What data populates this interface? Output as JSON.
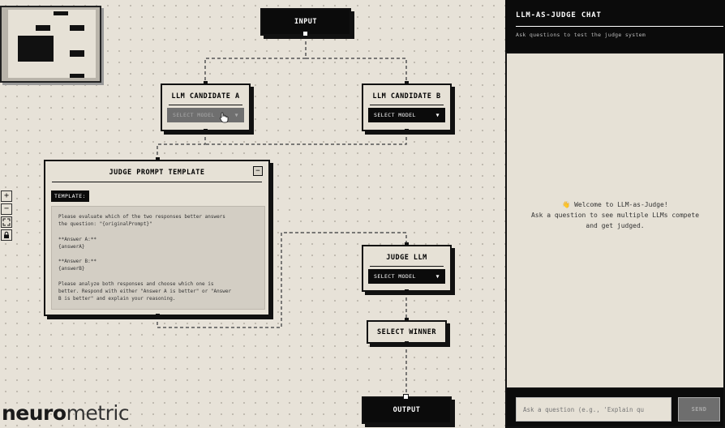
{
  "nodes": {
    "input": {
      "label": "INPUT"
    },
    "candidate_a": {
      "title": "LLM CANDIDATE A",
      "select": "SELECT MODEL",
      "arrow": "▼"
    },
    "candidate_b": {
      "title": "LLM CANDIDATE B",
      "select": "SELECT MODEL",
      "arrow": "▼"
    },
    "judge_prompt": {
      "title": "JUDGE PROMPT TEMPLATE",
      "collapse": "−",
      "tag": "TEMPLATE:",
      "lines": [
        "Please evaluate which of the two responses better answers",
        "the question: \"{originalPrompt}\"",
        "",
        "**Answer A:**",
        "{answerA}",
        "",
        "**Answer B:**",
        "{answerB}",
        "",
        "Please analyze both responses and choose which one is",
        "better. Respond with either \"Answer A is better\" or \"Answer",
        "B is better\" and explain your reasoning."
      ]
    },
    "judge_llm": {
      "title": "JUDGE LLM",
      "select": "SELECT MODEL",
      "arrow": "▼"
    },
    "select_winner": {
      "label": "SELECT WINNER"
    },
    "output": {
      "label": "OUTPUT"
    }
  },
  "controls": {
    "zoom_in": "+",
    "zoom_out": "−",
    "fit": "⛶",
    "lock": "🔒"
  },
  "brand": {
    "bold": "neuro",
    "light": "metric"
  },
  "chat": {
    "title": "LLM-AS-JUDGE CHAT",
    "subtitle": "Ask questions to test the judge system",
    "welcome_emoji": "👋",
    "welcome_line1": "Welcome to LLM-as-Judge!",
    "welcome_line2": "Ask a question to see multiple LLMs compete",
    "welcome_line3": "and get judged.",
    "input_placeholder": "Ask a question (e.g., 'Explain qu",
    "send_label": "SEND"
  }
}
